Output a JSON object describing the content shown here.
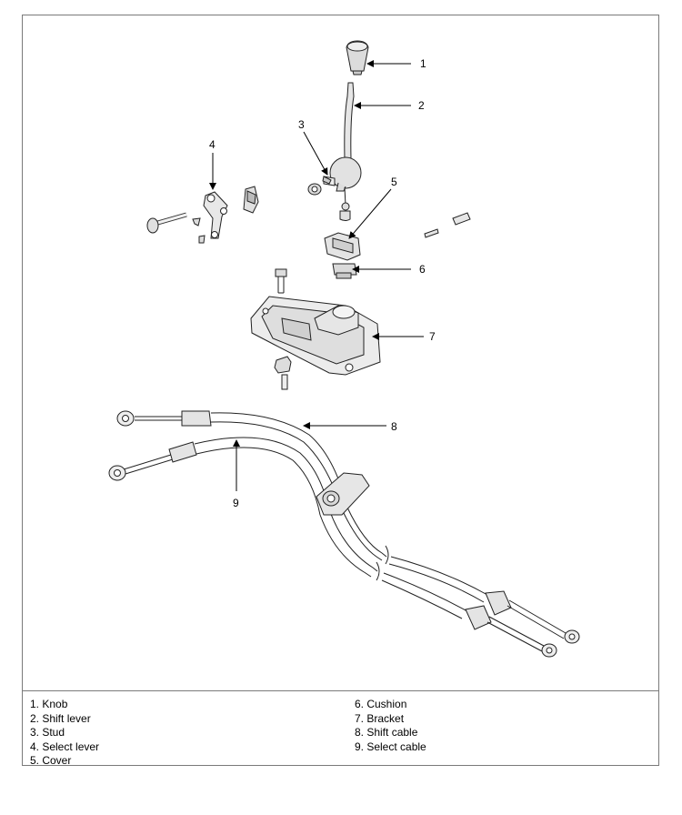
{
  "callouts": [
    "1",
    "2",
    "3",
    "4",
    "5",
    "6",
    "7",
    "8",
    "9"
  ],
  "legend": {
    "left": [
      "1. Knob",
      "2. Shift lever",
      "3. Stud",
      "4. Select lever",
      "5. Cover"
    ],
    "right": [
      "6. Cushion",
      "7. Bracket",
      "8. Shift cable",
      "9. Select cable"
    ]
  }
}
